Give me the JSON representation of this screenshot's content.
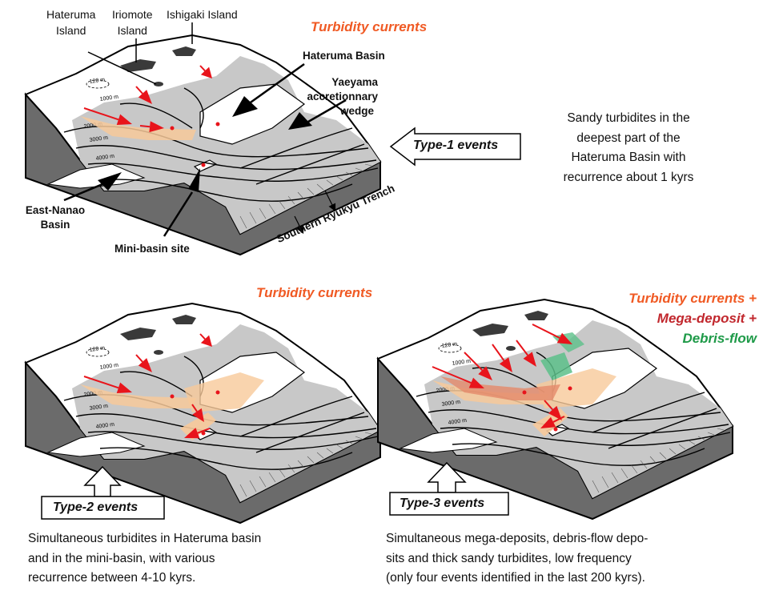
{
  "panel1": {
    "islands": [
      "Hateruma\nIsland",
      "Iriomote\nIsland",
      "Ishigaki Island"
    ],
    "hateruma_island": [
      "Hateruma",
      "Island"
    ],
    "iriomote_island": [
      "Iriomote",
      "Island"
    ],
    "ishigaki_island": "Ishigaki Island",
    "process_label": "Turbidity currents",
    "hateruma_basin": "Hateruma Basin",
    "yaeyama": [
      "Yaeyama",
      "accretionnary",
      "wedge"
    ],
    "east_nanao": [
      "East-Nanao",
      "Basin"
    ],
    "mini_basin": "Mini-basin site",
    "trench": "Southern Ryukyu Trench",
    "event_label": "Type-1 events",
    "description": [
      "Sandy turbidites in the",
      "deepest part of the",
      "Hateruma Basin with",
      "recurrence about 1 kyrs"
    ]
  },
  "panel2": {
    "process_label": "Turbidity currents",
    "event_label": "Type-2 events",
    "description": [
      "Simultaneous turbidites in Hateruma basin",
      "and in the mini-basin, with various",
      "recurrence between 4-10 kyrs."
    ]
  },
  "panel3": {
    "process_labels": [
      "Turbidity currents +",
      "Mega-deposit +",
      "Debris-flow"
    ],
    "event_label": "Type-3 events",
    "description": [
      "Simultaneous mega-deposits, debris-flow depo-",
      "sits and thick sandy turbidites, low frequency",
      "(only four events identified in the last 200 kyrs)."
    ]
  },
  "depth_labels": [
    "120 m",
    "1000 m",
    "2000 m",
    "3000 m",
    "4000 m"
  ],
  "colors": {
    "turbidity": "#f05a24",
    "mega_deposit": "#c1272d",
    "debris_flow": "#1e9a48",
    "deposit_fill": "#f7c99a",
    "debris_fill": "#5cc08a",
    "slope_gray": "#c8c8c8",
    "block_side": "#6b6b6b",
    "island": "#3a3a3a",
    "arrow_red": "#e8141b"
  }
}
